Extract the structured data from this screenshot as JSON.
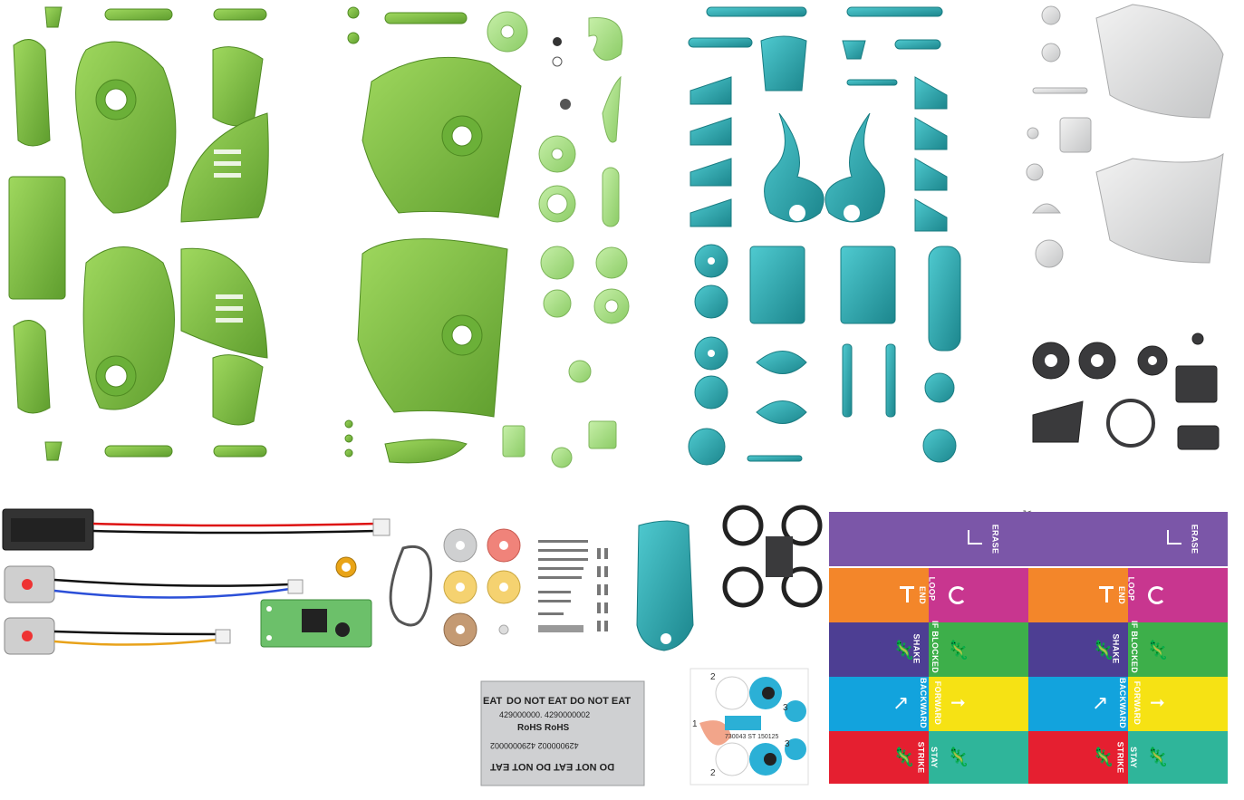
{
  "image": {
    "description_name": "robot-chameleon-kit-parts-layout",
    "colors": {
      "green": "#7dc243",
      "green_dark": "#5d9a2c",
      "light_green": "#a6dd84",
      "teal": "#2fb1b8",
      "teal_dark": "#1e8b92",
      "grey": "#d9dadb",
      "dark_grey": "#3a3a3c",
      "card_purple": "#7b56a8",
      "card_magenta": "#c8368f",
      "card_orange": "#f3862a",
      "card_indigo": "#4d3e93",
      "card_green": "#3daf4a",
      "card_blue": "#12a3dd",
      "card_yellow": "#f6e214",
      "card_red": "#e51f30",
      "card_teal": "#2fb59a"
    }
  },
  "command_cards": {
    "left": {
      "erase": "ERASE",
      "end": "END",
      "loop": "LOOP",
      "shake": "SHAKE",
      "if_blocked": "IF BLOCKED",
      "backward": "BACKWARD",
      "forward": "FORWARD",
      "strike": "STRIKE",
      "stay": "STAY"
    },
    "right": {
      "erase": "ERASE",
      "end": "END",
      "loop": "LOOP",
      "shake": "SHAKE",
      "if_blocked": "IF BLOCKED",
      "backward": "BACKWARD",
      "forward": "FORWARD",
      "strike": "STRIKE",
      "stay": "STAY"
    }
  },
  "desiccant_packet": {
    "line1": "DO NOT EAT  DO NOT EAT",
    "line2": "429000000.   4290000002",
    "line3": "RoHS          RoHS",
    "line4": "429000002     4290000002",
    "line5": "DO NOT EAT  DO NOT EAT",
    "prefix_left": "EAT"
  },
  "sticker_sheet": {
    "num1": "1",
    "num2": "2",
    "num3": "3",
    "code": "730043 ST 150125"
  }
}
